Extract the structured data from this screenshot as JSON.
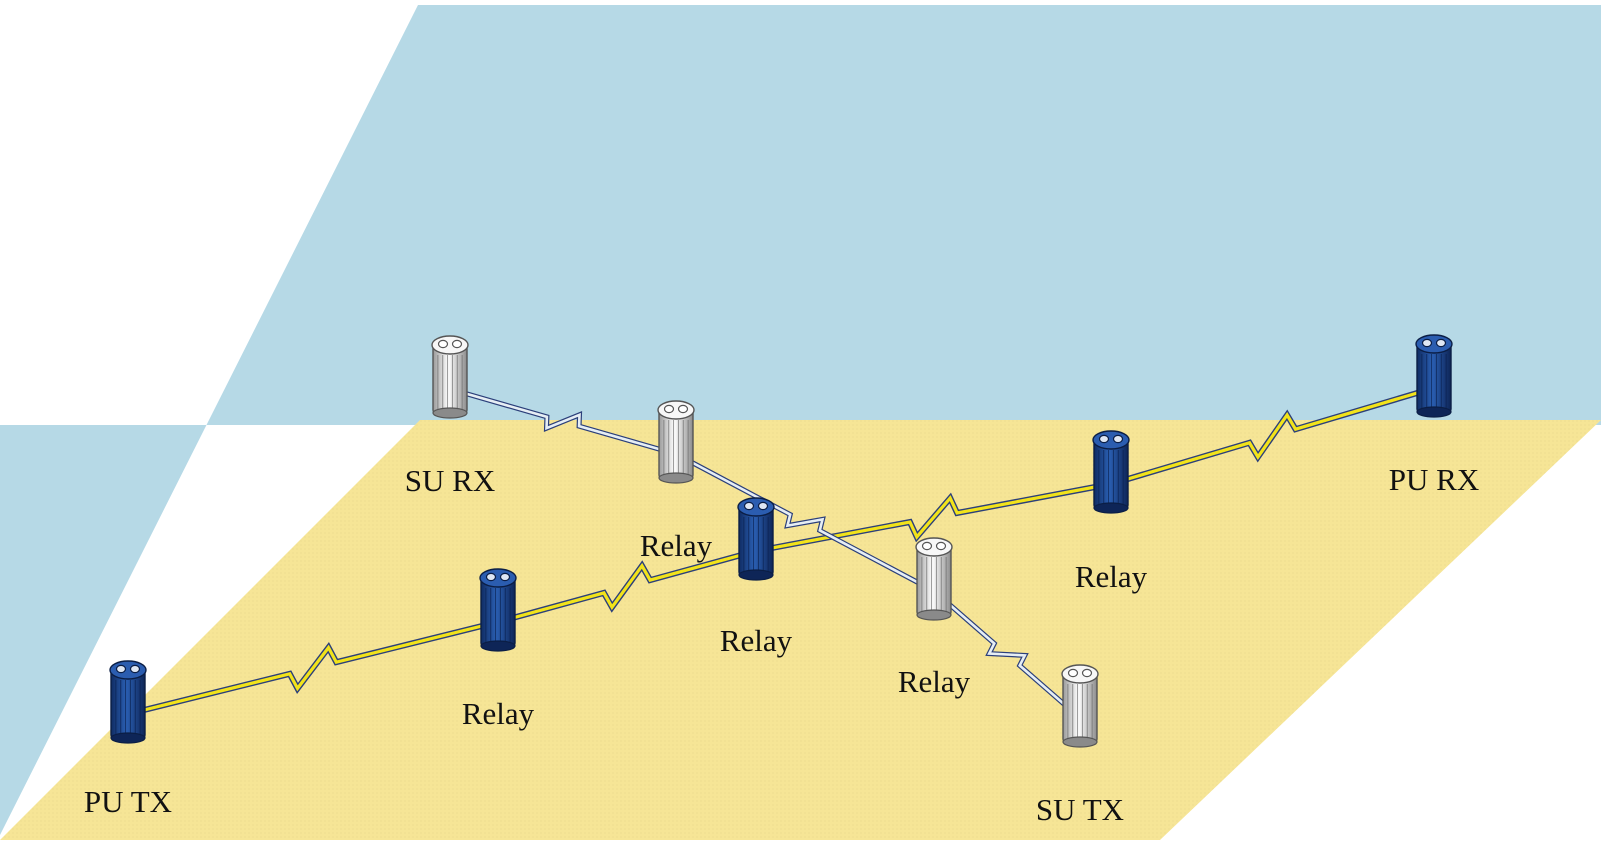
{
  "colors": {
    "wall": "#b6d9e6",
    "floor": "#f6e596",
    "pu_node": "#1f4f9a",
    "su_node": "#ececec",
    "pu_link": "#f2e31a",
    "su_link": "#e6eef4",
    "link_outline": "#2b3f7a"
  },
  "nodes": [
    {
      "id": "pu-tx",
      "label": "PU TX",
      "kind": "pu"
    },
    {
      "id": "pu-relay-1",
      "label": "Relay",
      "kind": "pu"
    },
    {
      "id": "pu-relay-2",
      "label": "Relay",
      "kind": "pu"
    },
    {
      "id": "pu-relay-3",
      "label": "Relay",
      "kind": "pu"
    },
    {
      "id": "pu-rx",
      "label": "PU RX",
      "kind": "pu"
    },
    {
      "id": "su-tx",
      "label": "SU TX",
      "kind": "su"
    },
    {
      "id": "su-relay-1",
      "label": "Relay",
      "kind": "su"
    },
    {
      "id": "su-relay-2",
      "label": "Relay",
      "kind": "su"
    },
    {
      "id": "su-rx",
      "label": "SU RX",
      "kind": "su"
    }
  ],
  "links": [
    {
      "from": "pu-tx",
      "to": "pu-relay-1",
      "kind": "pu"
    },
    {
      "from": "pu-relay-1",
      "to": "pu-relay-2",
      "kind": "pu"
    },
    {
      "from": "pu-relay-2",
      "to": "pu-relay-3",
      "kind": "pu"
    },
    {
      "from": "pu-relay-3",
      "to": "pu-rx",
      "kind": "pu"
    },
    {
      "from": "su-tx",
      "to": "su-relay-2",
      "kind": "su"
    },
    {
      "from": "su-relay-2",
      "to": "su-relay-1",
      "kind": "su"
    },
    {
      "from": "su-relay-1",
      "to": "su-rx",
      "kind": "su"
    }
  ]
}
